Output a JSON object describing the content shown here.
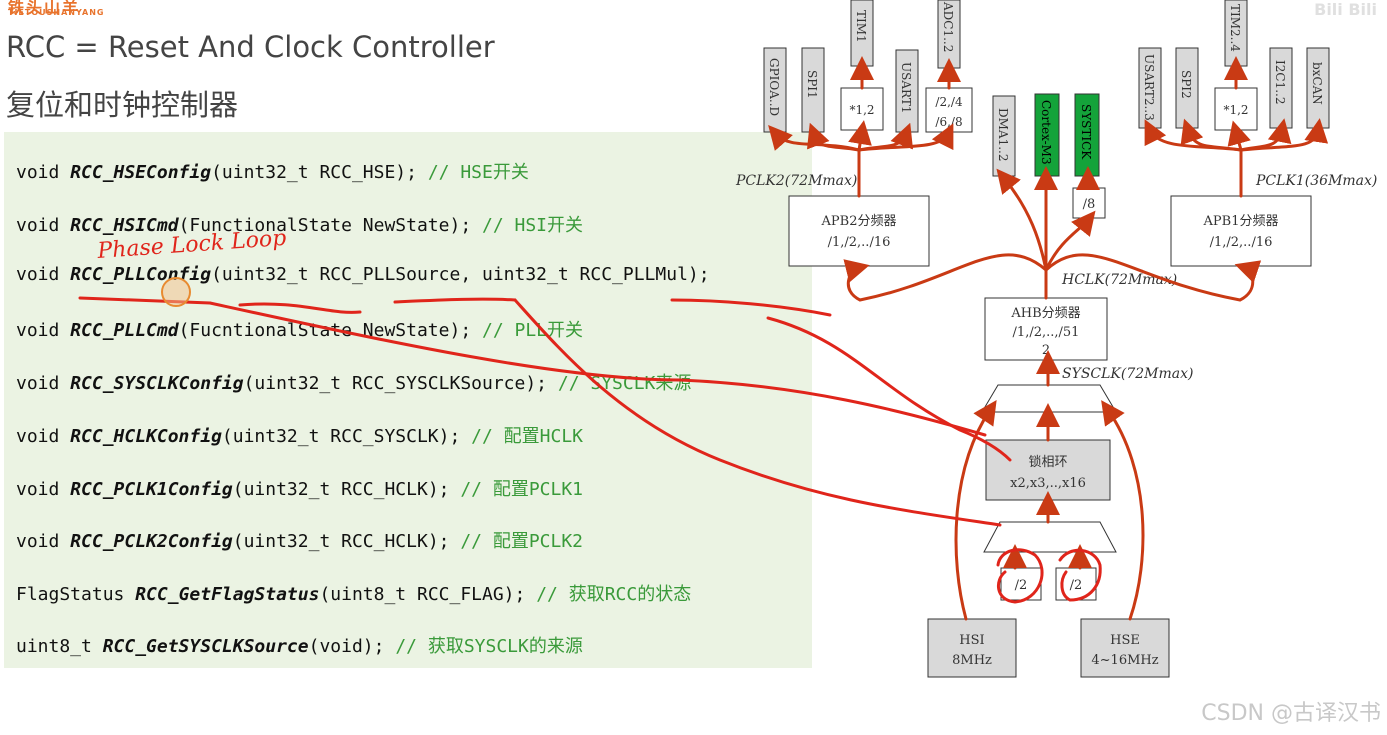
{
  "logo": {
    "main": "铁头山羊",
    "sub": "TIETOUSHANYANG"
  },
  "header": {
    "title": "RCC = Reset And Clock Controller",
    "subtitle": "复位和时钟控制器"
  },
  "code_lines": [
    {
      "ret": "void ",
      "fn": "RCC_HSEConfig",
      "args": "(uint32_t RCC_HSE); ",
      "comment": "// HSE开关"
    },
    {
      "ret": "void ",
      "fn": "RCC_HSICmd",
      "args": "(FunctionalState NewState); ",
      "comment": "// HSI开关"
    },
    {
      "ret": "void ",
      "fn": "RCC_PLLConfig",
      "args": "(uint32_t RCC_PLLSource, uint32_t RCC_PLLMul);",
      "comment": ""
    },
    {
      "ret": "void ",
      "fn": "RCC_PLLCmd",
      "args": "(FucntionalState NewState); ",
      "comment": "// PLL开关"
    },
    {
      "ret": "void ",
      "fn": "RCC_SYSCLKConfig",
      "args": "(uint32_t RCC_SYSCLKSource); ",
      "comment": "// SYSCLK来源"
    },
    {
      "ret": "void ",
      "fn": "RCC_HCLKConfig",
      "args": "(uint32_t RCC_SYSCLK); ",
      "comment": "// 配置HCLK"
    },
    {
      "ret": "void ",
      "fn": "RCC_PCLK1Config",
      "args": "(uint32_t RCC_HCLK); ",
      "comment": "// 配置PCLK1"
    },
    {
      "ret": "void ",
      "fn": "RCC_PCLK2Config",
      "args": "(uint32_t RCC_HCLK); ",
      "comment": "// 配置PCLK2"
    },
    {
      "ret": "FlagStatus ",
      "fn": "RCC_GetFlagStatus",
      "args": "(uint8_t RCC_FLAG); ",
      "comment": "// 获取RCC的状态"
    },
    {
      "ret": "uint8_t ",
      "fn": "RCC_GetSYSCLKSource",
      "args": "(void); ",
      "comment": "// 获取SYSCLK的来源"
    }
  ],
  "handwriting": "Phase Lock Loop",
  "diagram": {
    "pclk2_label": "PCLK2(72Mmax)",
    "pclk1_label": "PCLK1(36Mmax)",
    "hclk_label": "HCLK(72Mmax)",
    "sysclk_label": "SYSCLK(72Mmax)",
    "apb2": {
      "line1": "APB2分频器",
      "line2": "/1,/2,../16"
    },
    "apb1": {
      "line1": "APB1分频器",
      "line2": "/1,/2,../16"
    },
    "ahb": {
      "line1": "AHB分频器",
      "line2": "/1,/2,..,/51",
      "line3": "2"
    },
    "pll": {
      "line1": "锁相环",
      "line2": "x2,x3,..,x16"
    },
    "hsi": {
      "line1": "HSI",
      "line2": "8MHz"
    },
    "hse": {
      "line1": "HSE",
      "line2": "4~16MHz"
    },
    "div2_left": "/2",
    "div2_right": "/2",
    "div8": "/8",
    "mul_left": "*1,2",
    "mul_right": "*1,2",
    "div_adc": "/2,/4\n/6,/8",
    "periph_apb2": [
      "GPIOA..D",
      "SPI1",
      "TIM1",
      "USART1",
      "ADC1..2"
    ],
    "periph_ahb": [
      "DMA1..2",
      "Cortex-M3",
      "SYSTICK"
    ],
    "periph_apb1": [
      "USART2..3",
      "SPI2",
      "TIM2..4",
      "I2C1..2",
      "bxCAN"
    ]
  },
  "colors": {
    "code_bg": "#ebf3e3",
    "comment": "#3a9a3a",
    "annotation": "#e0251b",
    "green_block": "#14a33a"
  },
  "watermark": "CSDN @古译汉书",
  "bili": "Bili Bili"
}
